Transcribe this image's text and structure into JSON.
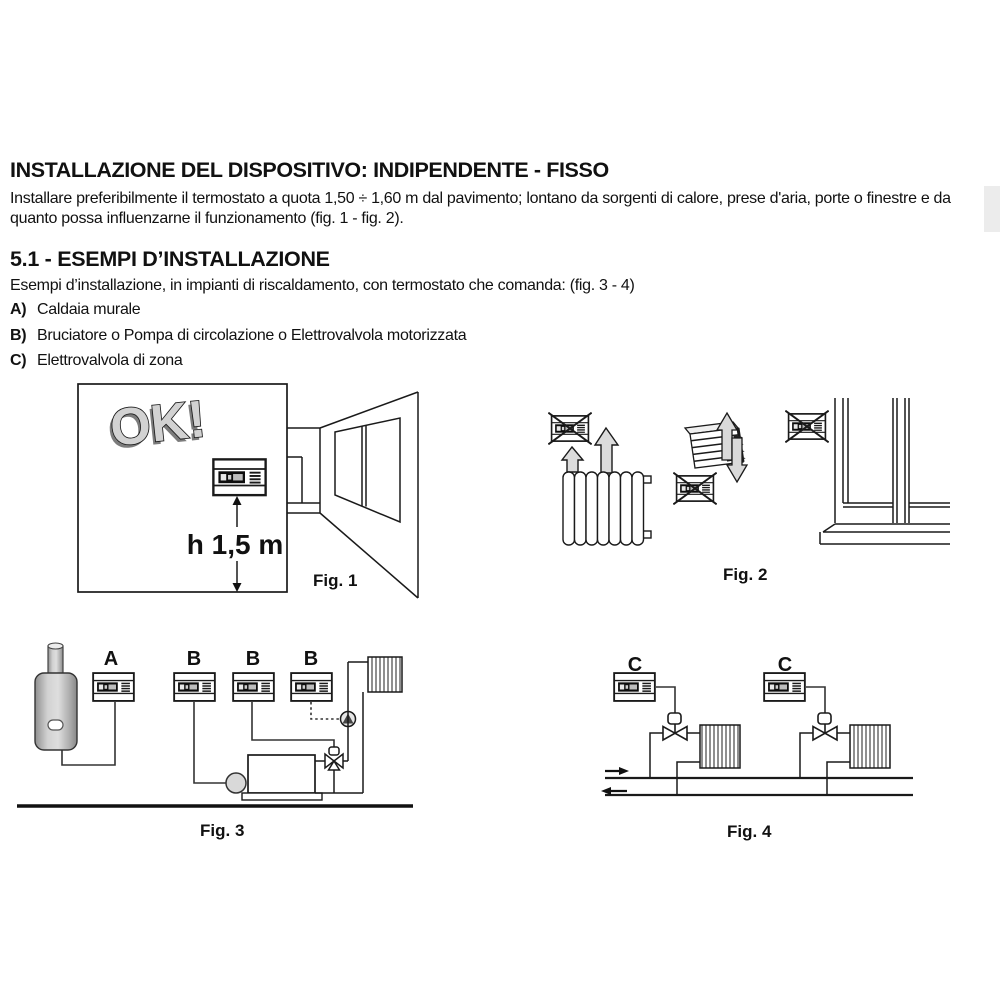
{
  "document": {
    "title": "INSTALLAZIONE DEL DISPOSITIVO: INDIPENDENTE - FISSO",
    "intro": "Installare preferibilmente il termostato a quota 1,50 ÷ 1,60 m dal pavimento; lontano da sorgenti di calore, prese d'aria, porte o finestre e da quanto possa influenzarne il funzionamento (fig. 1 - fig. 2).",
    "section": {
      "number_title": "5.1 - ESEMPI D’INSTALLAZIONE",
      "intro": "Esempi d’installazione, in impianti di riscaldamento, con termostato che comanda: (fig. 3 - 4)",
      "items": [
        {
          "key": "A)",
          "label": "Caldaia murale"
        },
        {
          "key": "B)",
          "label": "Bruciatore o Pompa di circolazione o Elettrovalvola motorizzata"
        },
        {
          "key": "C)",
          "label": "Elettrovalvola di zona"
        }
      ]
    },
    "figures": {
      "fig1": {
        "caption": "Fig. 1",
        "ok": "OK!",
        "height": "h 1,5 m"
      },
      "fig2": {
        "caption": "Fig. 2"
      },
      "fig3": {
        "caption": "Fig. 3",
        "labels": [
          "A",
          "B",
          "B",
          "B"
        ]
      },
      "fig4": {
        "caption": "Fig. 4",
        "labels": [
          "C",
          "C"
        ]
      }
    },
    "colors": {
      "text": "#111111",
      "line": "#1a1a1a",
      "grey_fill": "#d9d9d9",
      "page_bg": "#ffffff"
    }
  }
}
